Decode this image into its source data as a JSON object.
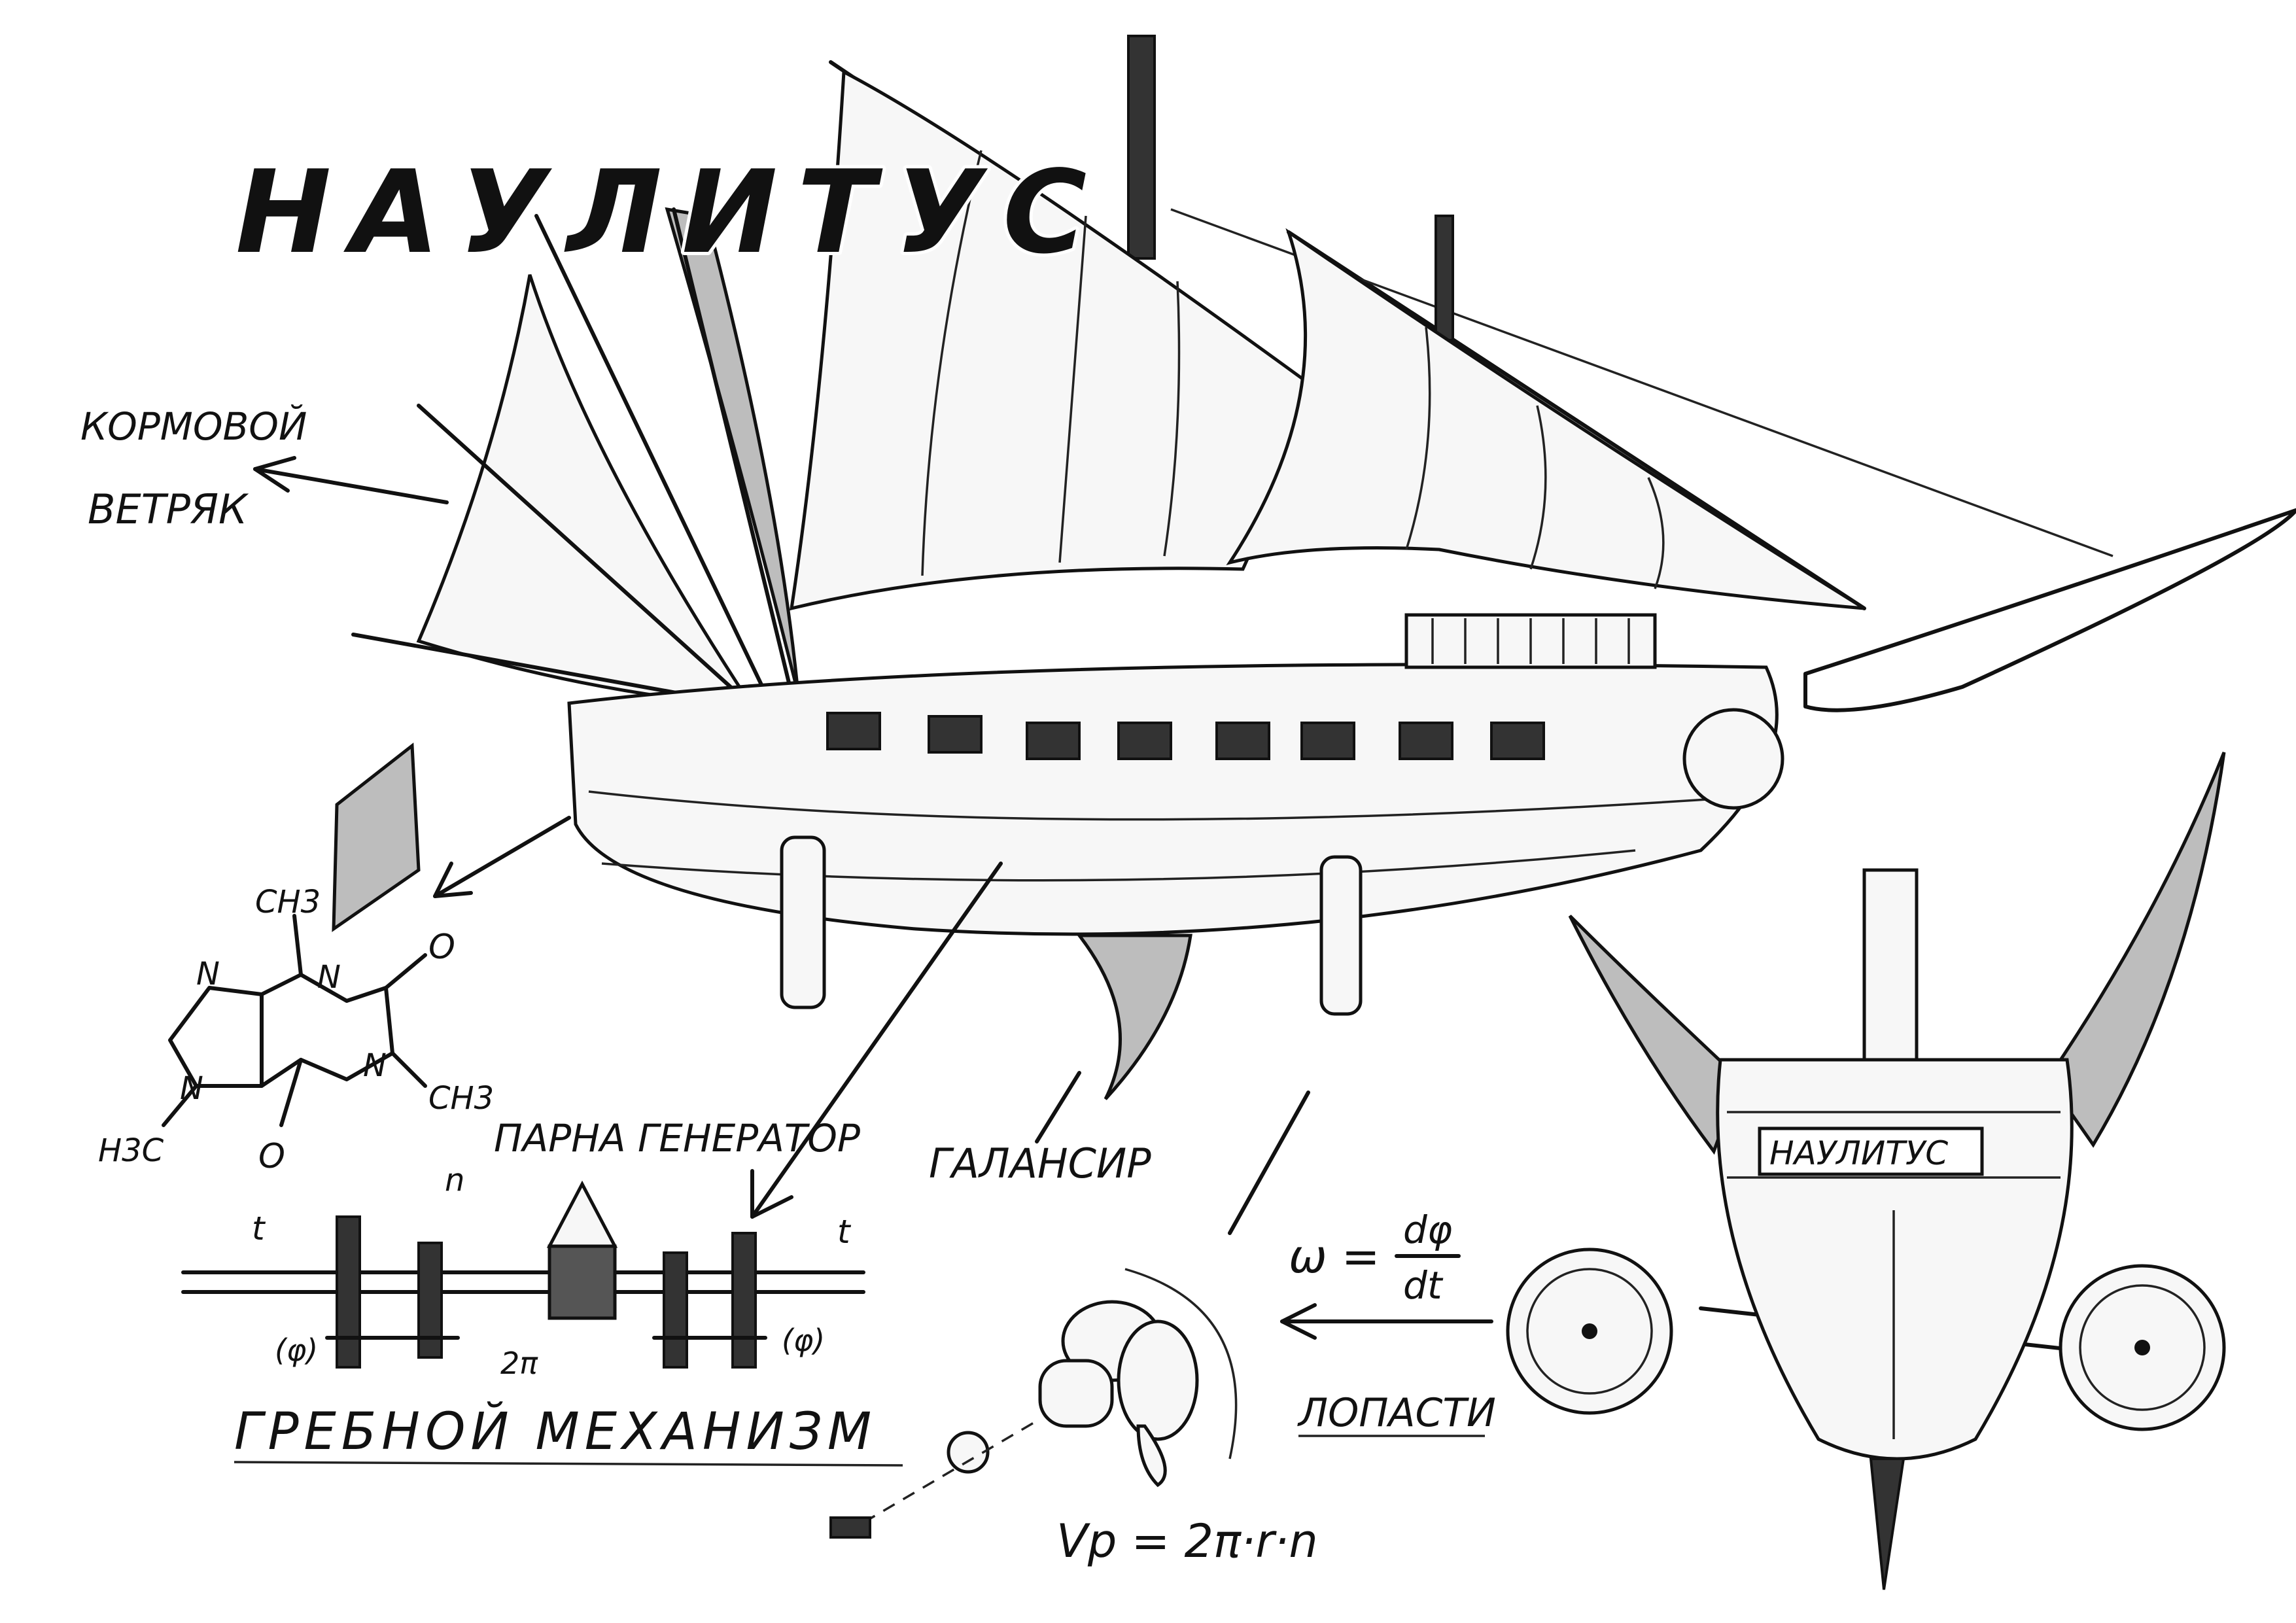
{
  "title": "НАУЛИТУС",
  "labels": {
    "stern_windmill_line1": "КОРМОВОЙ",
    "stern_windmill_line2": "ВЕТРЯК",
    "steam_generator": "ПАРНА ГЕНЕРАТОР",
    "balancer": "ГАЛАНСИР",
    "rowing_mechanism": "ГРЕБНОЙ МЕХАНИЗМ",
    "blades": "ЛОПАСТИ",
    "stern_plate": "НАУЛИТУС"
  },
  "formulas": {
    "omega": "ω =",
    "omega_num": "dφ",
    "omega_den": "dt",
    "velocity": "Vр = 2π·r·n"
  },
  "mechanism": {
    "t_left": "t",
    "t_right": "t",
    "n": "n",
    "phi_left": "(φ)",
    "phi_right": "(φ)",
    "two_pi": "2π"
  },
  "chemical": {
    "ch3_top": "CH3",
    "ch3_right": "CH3",
    "h3c": "H3C",
    "n1": "N",
    "n2": "N",
    "n3": "N",
    "n4": "N",
    "o1": "O",
    "o2": "O"
  }
}
